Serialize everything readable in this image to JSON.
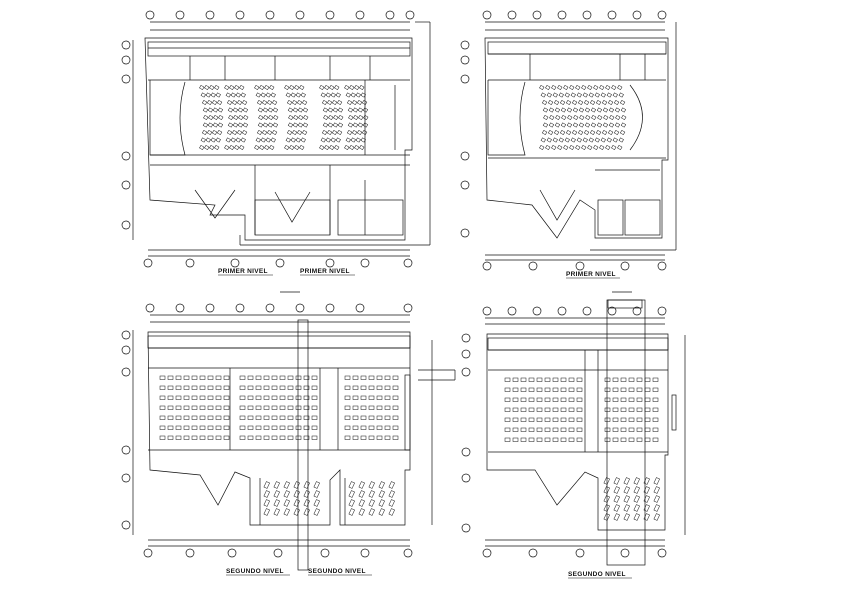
{
  "drawing": {
    "sheet_color": "#ffffff",
    "line_color": "#111111",
    "panels": [
      {
        "id": "p1",
        "caption": "PRIMER NIVEL"
      },
      {
        "id": "p2",
        "caption": "PRIMER NIVEL"
      },
      {
        "id": "p3",
        "caption": "PRIMER NIVEL"
      },
      {
        "id": "p4",
        "caption": "SEGUNDO NIVEL"
      },
      {
        "id": "p5",
        "caption": "SEGUNDO NIVEL"
      },
      {
        "id": "p6",
        "caption": "SEGUNDO NIVEL"
      }
    ]
  }
}
